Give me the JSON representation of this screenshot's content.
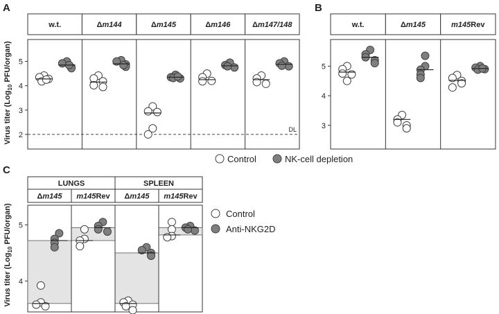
{
  "panels": {
    "A": {
      "letter": "A"
    },
    "B": {
      "letter": "B"
    },
    "C": {
      "letter": "C"
    }
  },
  "legend_top": {
    "control": "Control",
    "depleted": "NK-cell depletion"
  },
  "legend_c": {
    "control": "Control",
    "treated": "Anti-NKG2D"
  },
  "colors": {
    "control_fill": "#ffffff",
    "treated_fill": "#7f7f7f",
    "stroke": "#404040",
    "shade": "#e4e4e4"
  },
  "chart_data": [
    {
      "panel": "A",
      "type": "scatter",
      "ylabel_main": "Virus titer (Log",
      "ylabel_sub": "10",
      "ylabel_end": " PFU/organ)",
      "ylim": [
        1.4,
        5.9
      ],
      "yticks": [
        2,
        3,
        4,
        5
      ],
      "reference_line": {
        "y": 2,
        "label": "DL"
      },
      "groups": [
        {
          "label": "w.t.",
          "label_pre": "",
          "label_it": "",
          "label_post": "w.t.",
          "control": [
            4.42,
            4.35,
            4.28,
            4.18,
            4.25
          ],
          "control_mean": 4.28,
          "treated": [
            5.0,
            4.92,
            4.75,
            4.72,
            4.85
          ],
          "treated_mean": 4.85
        },
        {
          "label": "Δm144",
          "label_pre": "Δ",
          "label_it": "m144",
          "label_post": "",
          "control": [
            4.42,
            4.3,
            4.18,
            4.02,
            3.95
          ],
          "control_mean": 4.15,
          "treated": [
            5.05,
            5.0,
            4.88,
            4.78,
            4.85
          ],
          "treated_mean": 4.9
        },
        {
          "label": "Δm145",
          "label_pre": "Δ",
          "label_it": "m145",
          "label_post": "",
          "control": [
            3.15,
            2.95,
            2.92,
            2.25,
            2.0
          ],
          "control_mean": 2.88,
          "treated": [
            4.45,
            4.35,
            4.3,
            4.32,
            4.38
          ],
          "treated_mean": 4.35
        },
        {
          "label": "Δm146",
          "label_pre": "Δ",
          "label_it": "m146",
          "label_post": "",
          "control": [
            4.5,
            4.35,
            4.18,
            4.2
          ],
          "control_mean": 4.25,
          "treated": [
            4.95,
            4.85,
            4.75,
            4.8
          ],
          "treated_mean": 4.82
        },
        {
          "label": "Δm147/148",
          "label_pre": "Δ",
          "label_it": "m147/148",
          "label_post": "",
          "control": [
            4.42,
            4.3,
            4.15,
            4.08
          ],
          "control_mean": 4.25,
          "treated": [
            5.0,
            4.92,
            4.8,
            4.82
          ],
          "treated_mean": 4.88
        }
      ]
    },
    {
      "panel": "B",
      "type": "scatter",
      "ylim": [
        2.2,
        5.9
      ],
      "yticks": [
        3,
        4,
        5
      ],
      "groups": [
        {
          "label": "w.t.",
          "label_pre": "",
          "label_it": "",
          "label_post": "w.t.",
          "control": [
            5.0,
            4.9,
            4.75,
            4.72,
            4.5
          ],
          "control_mean": 4.8,
          "treated": [
            5.55,
            5.4,
            5.3,
            5.2,
            5.1
          ],
          "treated_mean": 5.3
        },
        {
          "label": "Δm145",
          "label_pre": "Δ",
          "label_it": "m145",
          "label_post": "",
          "control": [
            3.35,
            3.2,
            3.1,
            3.0,
            2.9
          ],
          "control_mean": 3.2,
          "treated": [
            5.35,
            5.0,
            4.88,
            4.72,
            4.6
          ],
          "treated_mean": 4.88
        },
        {
          "label": "m145Rev",
          "label_pre": "",
          "label_it": "m145",
          "label_post": "Rev",
          "control": [
            4.7,
            4.6,
            4.5,
            4.42,
            4.28
          ],
          "control_mean": 4.52,
          "treated": [
            5.0,
            4.95,
            4.9,
            4.88,
            4.92
          ],
          "treated_mean": 4.92
        }
      ]
    },
    {
      "panel": "C",
      "type": "scatter",
      "ylabel_main": "Virus titer (Log",
      "ylabel_sub": "10",
      "ylabel_end": " PFU/organ)",
      "ylim": [
        3.45,
        5.35
      ],
      "yticks": [
        4,
        5
      ],
      "organs": [
        "LUNGS",
        "SPLEEN"
      ],
      "groups": [
        {
          "label": "Δm145",
          "label_pre": "Δ",
          "label_it": "m145",
          "label_post": "",
          "control": [
            3.92,
            3.62,
            3.58,
            3.55
          ],
          "control_mean": 3.6,
          "treated": [
            4.85,
            4.75,
            4.68,
            4.6
          ],
          "treated_mean": 4.72
        },
        {
          "label": "m145Rev",
          "label_pre": "",
          "label_it": "m145",
          "label_post": "Rev",
          "control": [
            4.92,
            4.75,
            4.72,
            4.62
          ],
          "control_mean": 4.72,
          "treated": [
            5.05,
            4.98,
            4.92,
            4.88
          ],
          "treated_mean": 4.95
        },
        {
          "label": "Δm145",
          "label_pre": "Δ",
          "label_it": "m145",
          "label_post": "",
          "control": [
            3.65,
            3.62,
            3.58,
            3.55,
            3.48
          ],
          "control_mean": 3.6,
          "treated": [
            4.6,
            4.55,
            4.5,
            4.45
          ],
          "treated_mean": 4.5
        },
        {
          "label": "m145Rev",
          "label_pre": "",
          "label_it": "m145",
          "label_post": "Rev",
          "control": [
            5.05,
            4.92,
            4.8,
            4.78
          ],
          "control_mean": 4.82,
          "treated": [
            4.98,
            4.95,
            4.9,
            4.92
          ],
          "treated_mean": 4.95
        }
      ]
    }
  ]
}
